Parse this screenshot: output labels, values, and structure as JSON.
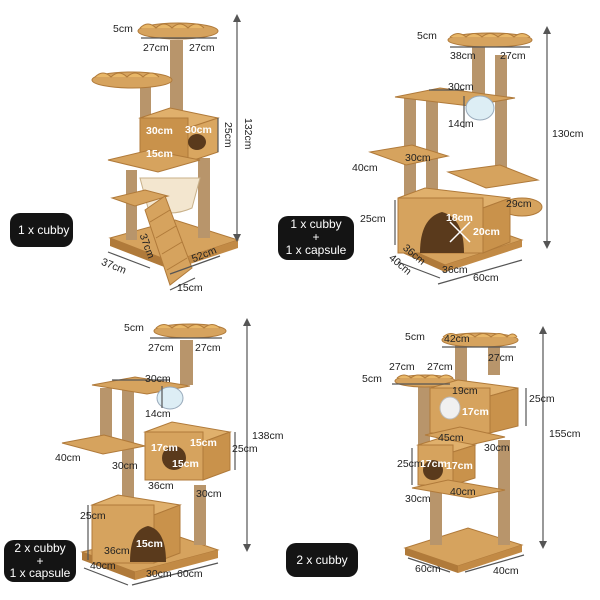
{
  "panels": [
    {
      "badge": "1 x cubby",
      "labels": {
        "top_thick": "5cm",
        "top_w1": "27cm",
        "top_w2": "27cm",
        "height": "132cm",
        "cubby_h": "25cm",
        "cubby_w": "30cm",
        "cubby_d": "30cm",
        "hole": "15cm",
        "ramp": "37cm",
        "base_d": "37cm",
        "base_w": "52cm",
        "ramp_w": "15cm"
      }
    },
    {
      "badge_lines": [
        "1 x cubby",
        "+",
        "1 x capsule"
      ],
      "labels": {
        "top_thick": "5cm",
        "top_w1": "38cm",
        "top_w2": "27cm",
        "shelf_w": "30cm",
        "shelf_d": "14cm",
        "height": "130cm",
        "plat_w": "30cm",
        "plat_d": "40cm",
        "capsule": "29cm",
        "cubby_h": "25cm",
        "hole_w": "18cm",
        "hole_h": "20cm",
        "base_d1": "36cm",
        "base_d2": "40cm",
        "base_w1": "36cm",
        "base_w2": "60cm"
      }
    },
    {
      "badge_lines": [
        "2 x cubby",
        "+",
        "1 x capsule"
      ],
      "labels": {
        "top_thick": "5cm",
        "top_w1": "27cm",
        "top_w2": "27cm",
        "shelf_w": "30cm",
        "shelf_d": "14cm",
        "height": "138cm",
        "plat_d": "40cm",
        "plat_w": "30cm",
        "cubby_w": "17cm",
        "cubby_w2": "15cm",
        "cubby_h": "15cm",
        "cubby2_h": "25cm",
        "cubby2_d": "36cm",
        "cubby2_w": "30cm",
        "lower_h": "25cm",
        "lower_w": "36cm",
        "hole": "15cm",
        "base_d": "40cm",
        "base_w1": "30cm",
        "base_w2": "60cm"
      }
    },
    {
      "badge": "2 x cubby",
      "labels": {
        "top_thick": "5cm",
        "top_w1": "42cm",
        "top_w2": "27cm",
        "mid_thick": "5cm",
        "mid_w1": "27cm",
        "mid_w2": "27cm",
        "height": "155cm",
        "cubby_w": "19cm",
        "cubby_h": "17cm",
        "cubby_h2": "25cm",
        "cubby_d": "45cm",
        "post_h": "30cm",
        "lower_h": "25cm",
        "lower_w": "17cm",
        "lower_h2": "17cm",
        "lower_d1": "30cm",
        "lower_d2": "40cm",
        "base_w": "60cm",
        "base_d": "40cm"
      }
    }
  ],
  "colors": {
    "wood": "#d6a35e",
    "wood_dark": "#b07a3a",
    "sisal": "#b8956b",
    "dim_line": "#555555",
    "badge_bg": "#141414",
    "hammock": "#f3e6cf"
  }
}
